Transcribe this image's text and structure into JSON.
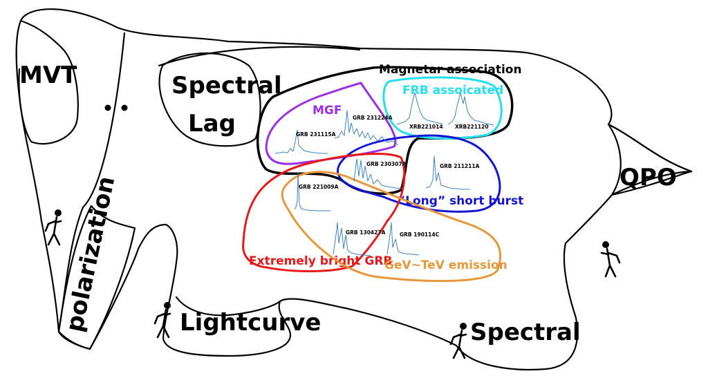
{
  "labels": {
    "mvt": "MVT",
    "spectral_lag_line1": "Spectral",
    "spectral_lag_line2": "Lag",
    "polarization": "polarization",
    "lightcurve": "Lightcurve",
    "spectral": "Spectral",
    "qpo": "QPO"
  },
  "groups": {
    "magnetar": "Magnetar association",
    "frb": "FRB assoicated",
    "mgf": "MGF",
    "long_short": "“Long”  short burst",
    "extremely_bright": "Extremely bright  GRB",
    "gev_tev": "GeV~TeV emission"
  },
  "lightcurves": {
    "grb231115a": "GRB 231115A",
    "grb231224a": "GRB 231224A",
    "xrb221014": "XRB221014",
    "xrb221120": "XRB221120",
    "grb230307a": "GRB 230307A",
    "grb211211a": "GRB 211211A",
    "grb221009a": "GRB 221009A",
    "grb130427a": "GRB 130427A",
    "grb190114c": "GRB 190114C"
  },
  "colors": {
    "magnetar": "#000000",
    "frb": "#22e0ee",
    "mgf": "#9b2ee6",
    "long_short": "#1414d6",
    "extremely_bright": "#e81818",
    "gev_tev": "#e8963a",
    "lightcurve": "#3a82c4"
  }
}
